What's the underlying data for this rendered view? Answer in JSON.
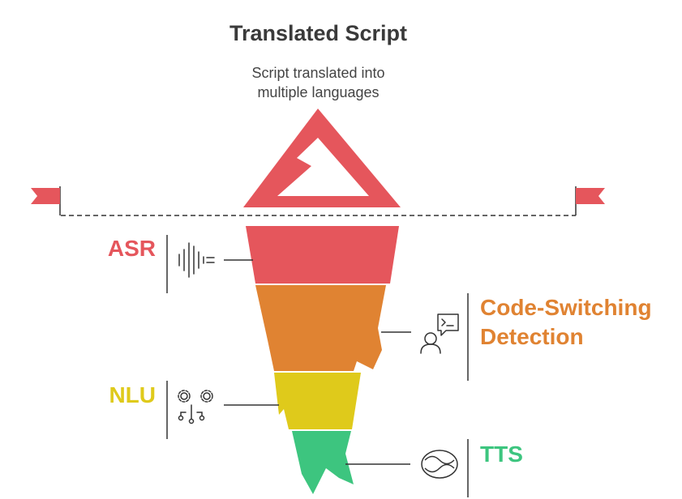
{
  "header": {
    "title": "Translated Script",
    "subtitle_line1": "Script translated into",
    "subtitle_line2": "multiple languages"
  },
  "layers": [
    {
      "label": "ASR",
      "color": "#e5565c",
      "icon": "soundwave-icon",
      "side": "left"
    },
    {
      "label_line1": "Code-Switching",
      "label_line2": "Detection",
      "color": "#e08332",
      "icon": "user-terminal-icon",
      "side": "right"
    },
    {
      "label": "NLU",
      "color": "#dfca1b",
      "icon": "gears-circuit-icon",
      "side": "left"
    },
    {
      "label": "TTS",
      "color": "#3dc57f",
      "icon": "speech-loop-icon",
      "side": "right"
    }
  ],
  "colors": {
    "tip": "#e5565c",
    "flag": "#e5565c",
    "text": "#3a3a3a",
    "line": "#333333"
  }
}
